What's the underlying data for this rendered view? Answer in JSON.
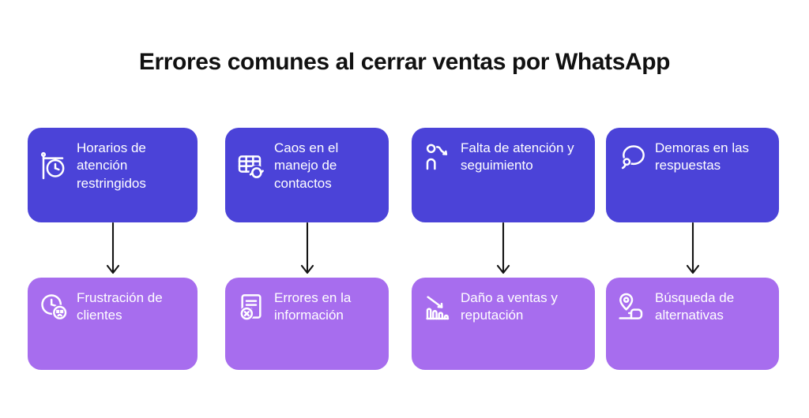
{
  "title": "Errores comunes al cerrar ventas por WhatsApp",
  "colors": {
    "cause_card": "#4B43D8",
    "effect_card": "#A76DEE",
    "card_text": "#FFFFFF",
    "title_text": "#111111",
    "arrow": "#141414",
    "background": "#FFFFFF"
  },
  "columns": [
    {
      "cause": {
        "icon": "hanging-clock-icon",
        "label": "Horarios de atención restringidos"
      },
      "effect": {
        "icon": "clock-frustrated-face-icon",
        "label": "Frustración de clientes"
      }
    },
    {
      "cause": {
        "icon": "contacts-table-sync-icon",
        "label": "Caos en el manejo de contactos"
      },
      "effect": {
        "icon": "document-error-icon",
        "label": "Errores en la información"
      }
    },
    {
      "cause": {
        "icon": "person-decline-arrow-icon",
        "label": "Falta de atención y seguimiento"
      },
      "effect": {
        "icon": "declining-bar-chart-icon",
        "label": "Daño a ventas y reputación"
      }
    },
    {
      "cause": {
        "icon": "speech-bubble-icon",
        "label": "Demoras en las respuestas"
      },
      "effect": {
        "icon": "location-pin-hand-icon",
        "label": "Búsqueda de alternativas"
      }
    }
  ]
}
